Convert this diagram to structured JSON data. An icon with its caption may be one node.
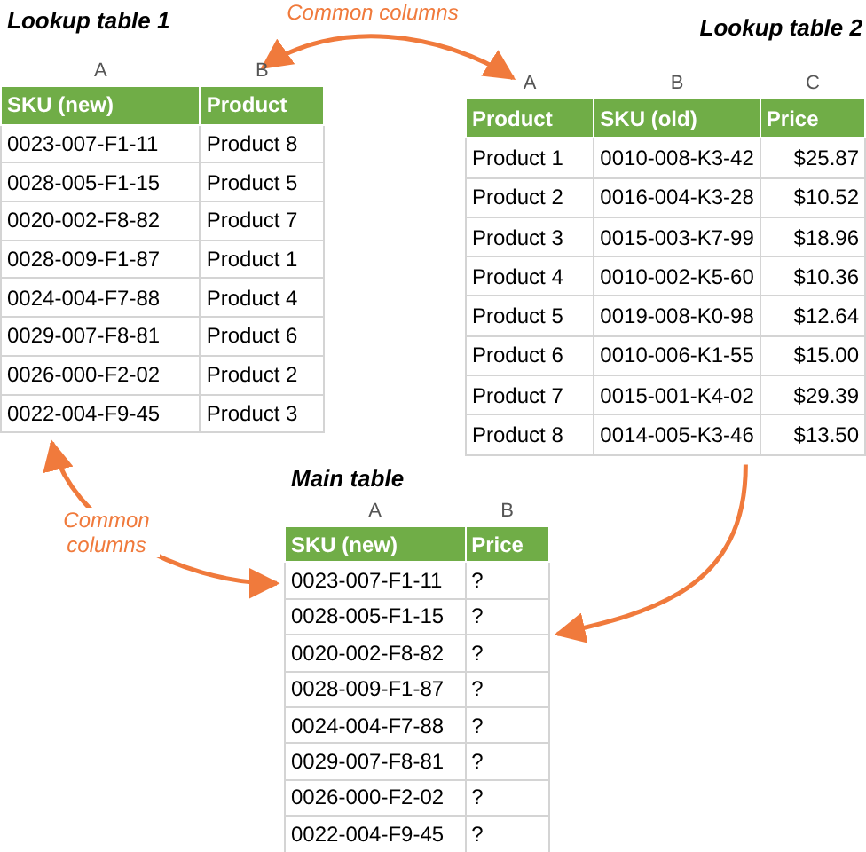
{
  "diagram": {
    "nodes": [
      {
        "text": [
          "Lookup table 1",
          "A",
          "B",
          "SKU (new)",
          "Product",
          "0023-007-F1-11",
          "Product 8",
          "0028-005-F1-15",
          "Product 5",
          "0020-002-F8-82",
          "Product 7",
          "0028-009-F1-87",
          "Product 1",
          "0024-004-F7-88",
          "Product 4",
          "0029-007-F8-81",
          "Product 6",
          "0026-000-F2-02",
          "Product 2",
          "0022-004-F9-45",
          "Product 3"
        ]
      },
      {
        "text": [
          "Lookup table 2",
          "A",
          "B",
          "C",
          "Product",
          "SKU (old)",
          "Price",
          "Product 1",
          "0010-008-K3-42",
          "$25.87",
          "Product 2",
          "0016-004-K3-28",
          "$10.52",
          "Product 3",
          "0015-003-K7-99",
          "$18.96",
          "Product 4",
          "0010-002-K5-60",
          "$10.36",
          "Product 5",
          "0019-008-K0-98",
          "$12.64",
          "Product 6",
          "0010-006-K1-55",
          "$15.00",
          "Product 7",
          "0015-001-K4-02",
          "$29.39",
          "Product 8",
          "0014-005-K3-46",
          "$13.50"
        ]
      },
      {
        "text": [
          "Main table",
          "A",
          "B",
          "SKU (new)",
          "Price",
          "0023-007-F1-11",
          "?",
          "0028-005-F1-15",
          "?",
          "0020-002-F8-82",
          "?",
          "0028-009-F1-87",
          "?",
          "0024-004-F7-88",
          "?",
          "0029-007-F8-81",
          "?",
          "0026-000-F2-02",
          "?",
          "0022-004-F9-45",
          "?"
        ]
      }
    ],
    "edges": [
      {
        "from": 0,
        "to": 1,
        "arrow": "both",
        "label": "Common columns"
      },
      {
        "from": 0,
        "to": 2,
        "arrow": "both",
        "label": "Common columns"
      },
      {
        "from": 1,
        "to": 2,
        "arrow": "to"
      }
    ]
  }
}
